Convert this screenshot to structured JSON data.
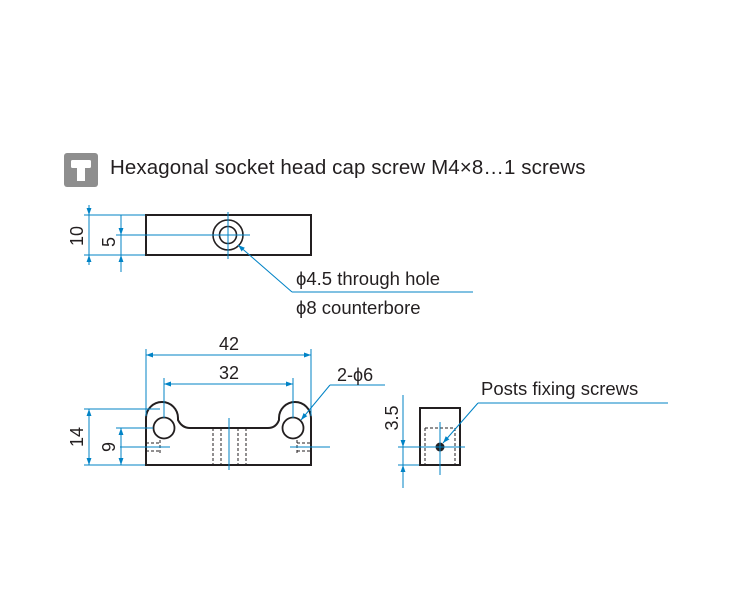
{
  "header": {
    "icon": "screw-icon",
    "title": "Hexagonal socket head cap screw M4×8…1 screws"
  },
  "top_view": {
    "dim_height_total": "10",
    "dim_hole_center": "5",
    "callout_hole": "ϕ4.5 through hole",
    "callout_counterbore": "ϕ8 counterbore"
  },
  "front_view": {
    "dim_overall_length": "42",
    "dim_hole_pitch": "32",
    "dim_holes": "2-ϕ6",
    "dim_height_total": "14",
    "dim_body_height": "9"
  },
  "side_view": {
    "label_posts": "Posts fixing screws",
    "dim_screw_height": "3.5"
  },
  "colors": {
    "dimension_line": "#0083c6",
    "outline": "#231f20",
    "badge": "#8e8e8e"
  }
}
